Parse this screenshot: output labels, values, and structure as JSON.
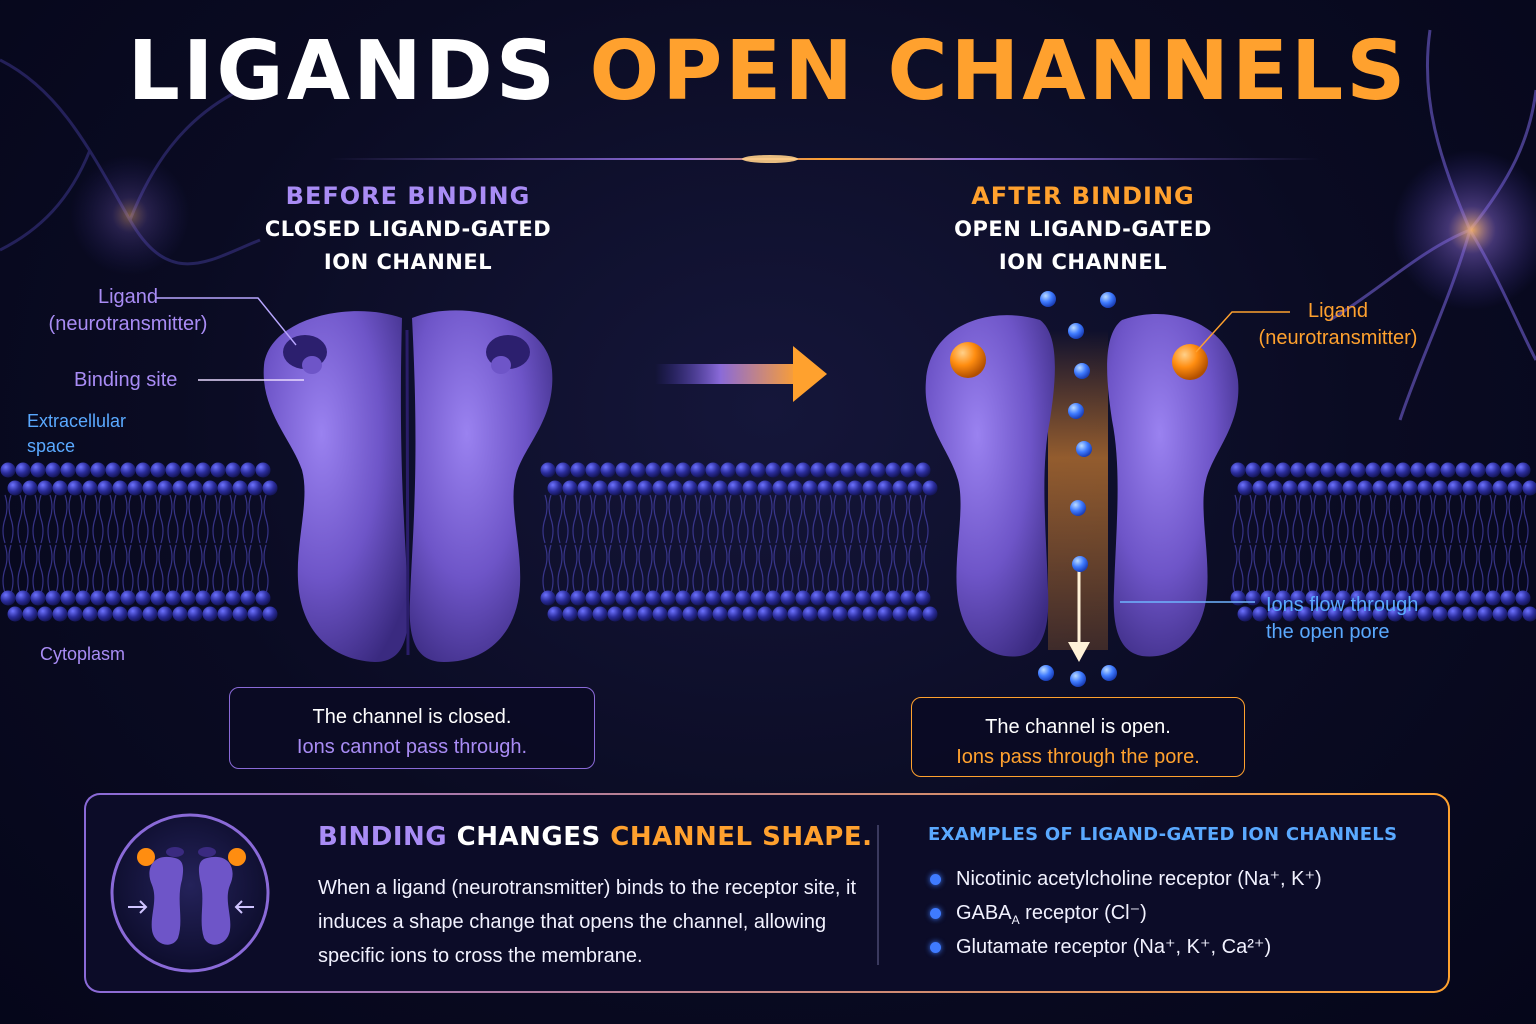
{
  "title": {
    "part1": "LIGANDS",
    "part2": "OPEN CHANNELS"
  },
  "colors": {
    "accent_orange": "#ffa12e",
    "accent_purple": "#a98cf5",
    "ion_blue": "#3f7bff",
    "protein_purple": "#6e55c8"
  },
  "before": {
    "heading": "BEFORE BINDING",
    "subheading_line1": "CLOSED LIGAND-GATED",
    "subheading_line2": "ION CHANNEL",
    "label_ligand_line1": "Ligand",
    "label_ligand_line2": "(neurotransmitter)",
    "label_binding_site": "Binding site",
    "label_extracellular_line1": "Extracellular",
    "label_extracellular_line2": "space",
    "label_cytoplasm": "Cytoplasm",
    "box_line1": "The channel is closed.",
    "box_line2": "Ions cannot pass through."
  },
  "after": {
    "heading": "AFTER BINDING",
    "subheading_line1": "OPEN LIGAND-GATED",
    "subheading_line2": "ION CHANNEL",
    "label_ligand_line1": "Ligand",
    "label_ligand_line2": "(neurotransmitter)",
    "label_flow_line1": "Ions flow through",
    "label_flow_line2": "the open pore",
    "box_line1": "The channel is open.",
    "box_line2": "Ions pass through the pore."
  },
  "summary": {
    "title_part1": "BINDING",
    "title_part2": "CHANGES",
    "title_part3": "CHANNEL SHAPE.",
    "body": "When a ligand (neurotransmitter) binds to the receptor site, it induces a shape change that opens the channel, allowing specific ions to cross the membrane.",
    "examples_title": "EXAMPLES OF LIGAND-GATED ION CHANNELS",
    "examples": [
      {
        "name": "Nicotinic acetylcholine receptor",
        "ions": "(Na⁺, K⁺)"
      },
      {
        "name": "GABA",
        "subscript": "A",
        "ions": "receptor (Cl⁻)"
      },
      {
        "name": "Glutamate receptor",
        "ions": "(Na⁺, K⁺, Ca²⁺)"
      }
    ]
  }
}
